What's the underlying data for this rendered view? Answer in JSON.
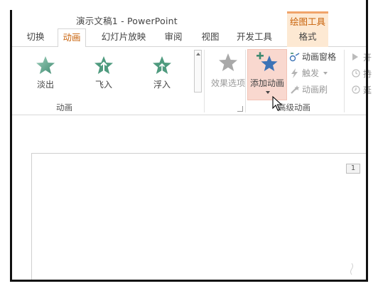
{
  "window": {
    "title": "演示文稿1 - PowerPoint",
    "context_tab_group": "绘图工具"
  },
  "tabs": [
    {
      "label": "切换",
      "active": false
    },
    {
      "label": "动画",
      "active": true
    },
    {
      "label": "幻灯片放映",
      "active": false
    },
    {
      "label": "审阅",
      "active": false
    },
    {
      "label": "视图",
      "active": false
    },
    {
      "label": "开发工具",
      "active": false
    },
    {
      "label": "格式",
      "active": false,
      "context": true
    }
  ],
  "ribbon": {
    "animation_group": {
      "label": "动画",
      "items": [
        {
          "label": "淡出",
          "icon": "fade-star-icon"
        },
        {
          "label": "飞入",
          "icon": "fly-in-star-icon"
        },
        {
          "label": "浮入",
          "icon": "float-in-star-icon"
        }
      ],
      "effect_options_label": "效果选项"
    },
    "advanced_group": {
      "label": "高级动画",
      "add_animation_label": "添加动画",
      "animation_pane_label": "动画窗格",
      "trigger_label": "触发",
      "animation_painter_label": "动画刷"
    },
    "timing_col": {
      "start_label": "开",
      "duration_label": "持",
      "delay_label": "延"
    }
  },
  "slide": {
    "page_number": "1"
  },
  "colors": {
    "accent": "#c8620a",
    "context_tab_bg": "#fde9d3",
    "add_animation_bg": "#f9d8cf",
    "star_green": "#4f9b7f",
    "star_blue": "#3d73b6"
  }
}
